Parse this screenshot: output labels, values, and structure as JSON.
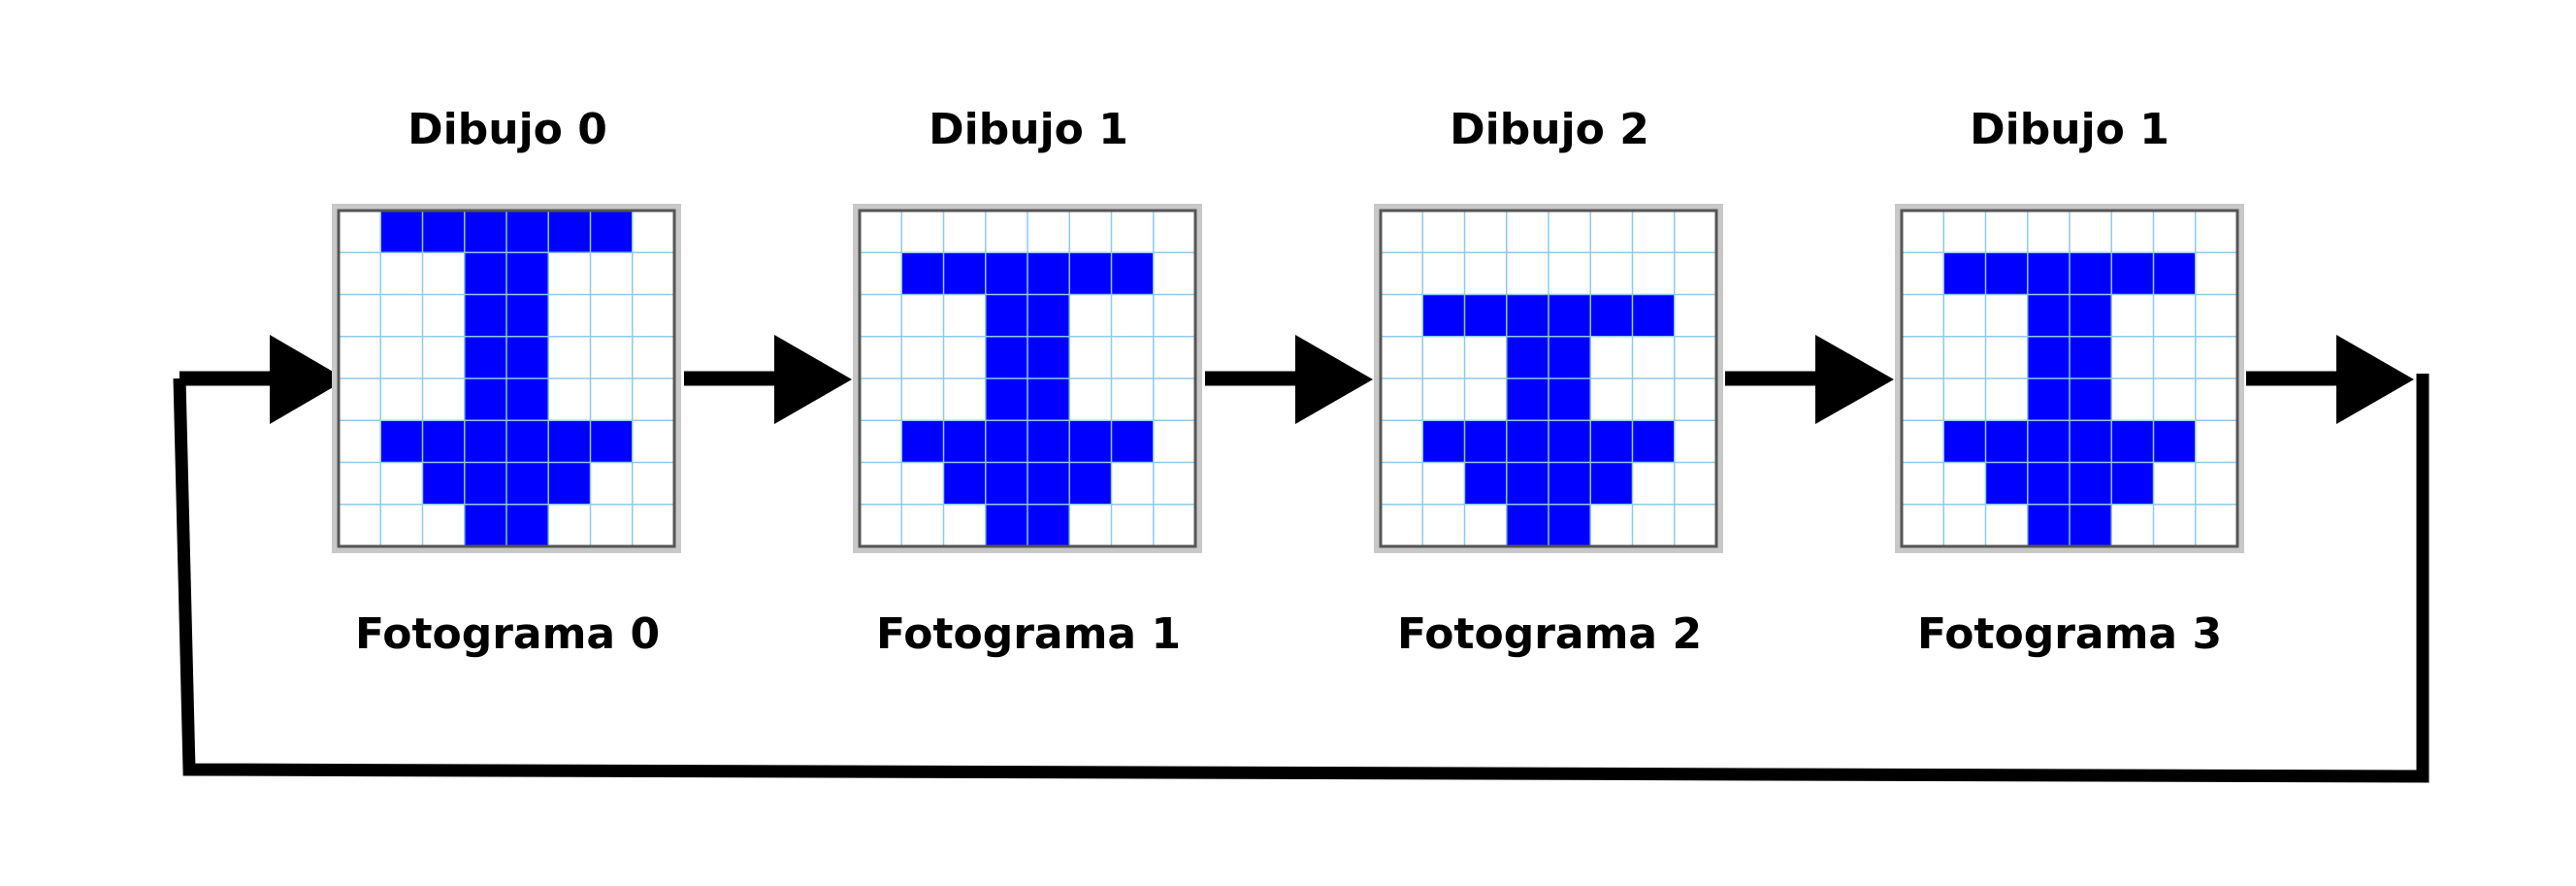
{
  "frames": [
    {
      "drawing_label": "Dibujo 0",
      "frame_label": "Fotograma 0",
      "rows": [
        "01111110",
        "00011000",
        "00011000",
        "00011000",
        "00011000",
        "01111110",
        "00111100",
        "00011000"
      ]
    },
    {
      "drawing_label": "Dibujo 1",
      "frame_label": "Fotograma 1",
      "rows": [
        "00000000",
        "01111110",
        "00011000",
        "00011000",
        "00011000",
        "01111110",
        "00111100",
        "00011000"
      ]
    },
    {
      "drawing_label": "Dibujo 2",
      "frame_label": "Fotograma 2",
      "rows": [
        "00000000",
        "00000000",
        "01111110",
        "00011000",
        "00011000",
        "01111110",
        "00111100",
        "00011000"
      ]
    },
    {
      "drawing_label": "Dibujo 1",
      "frame_label": "Fotograma 3",
      "rows": [
        "00000000",
        "01111110",
        "00011000",
        "00011000",
        "00011000",
        "01111110",
        "00111100",
        "00011000"
      ]
    }
  ],
  "colors": {
    "pixel_fill": "#0000ff",
    "grid_line": "#8ec9ee",
    "tile_background": "#ffffff",
    "tile_border": "#555555",
    "tile_shadow": "#c8c8c8",
    "arrow": "#000000"
  }
}
